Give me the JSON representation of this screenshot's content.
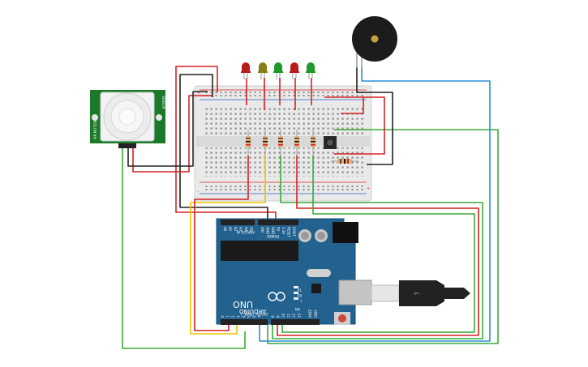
{
  "pir_sensor": {
    "side_label_left": "PIR MOTION",
    "side_label_right": "SENSOR"
  },
  "breadboard": {
    "rail_plus": "+",
    "rail_minus": "-"
  },
  "arduino": {
    "brand": "ARDUINO",
    "model": "UNO",
    "header_analog": "ANALOG IN",
    "header_power": "POWER",
    "header_digital": "DIGITAL (PWM~)",
    "label_reset": "RESET",
    "label_ioref": "IOREF",
    "label_3v3": "3.3V",
    "label_5v": "5V",
    "label_gnd": "GND",
    "label_vin": "VIN",
    "label_on": "ON",
    "label_tx": "TX",
    "label_rx": "RX",
    "label_l": "L",
    "label_aref": "AREF",
    "analog_pins": [
      "A0",
      "A1",
      "A2",
      "A3",
      "A4",
      "A5"
    ],
    "digital_pins": [
      "0",
      "1",
      "2",
      "3",
      "4",
      "5",
      "6",
      "7",
      "8",
      "9",
      "10",
      "11",
      "12",
      "13"
    ]
  },
  "leds": {
    "colors": [
      "#b81c1c",
      "#8a7d12",
      "#1e9a2a",
      "#b81c1c",
      "#1e9a2a"
    ]
  },
  "colors": {
    "wire_red": "#d42323",
    "wire_black": "#222222",
    "wire_green": "#3aaa3a",
    "wire_yellow": "#e8c400",
    "wire_blue": "#2a8fd6",
    "board_blue": "#23628f",
    "pir_green": "#1a7a2a"
  }
}
